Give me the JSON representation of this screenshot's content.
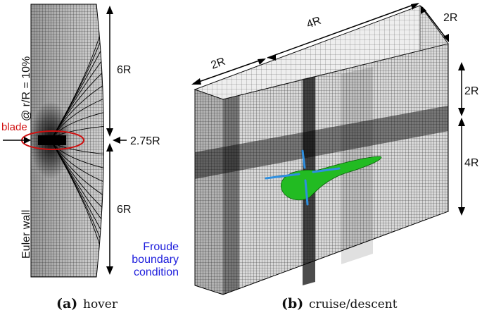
{
  "panel_a": {
    "caption_letter": "(a)",
    "caption_text": "hover",
    "labels": {
      "slice_label": "@ r/R = 10%",
      "blade": "blade",
      "euler_wall": "Euler wall",
      "dim_top": "6R",
      "dim_mid": "2.75R",
      "dim_bottom": "6R",
      "froude_line1": "Froude",
      "froude_line2": "boundary",
      "froude_line3": "condition"
    }
  },
  "panel_b": {
    "caption_letter": "(b)",
    "caption_text": "cruise/descent",
    "labels": {
      "dim_left": "2R",
      "dim_mid": "4R",
      "dim_right": "2R",
      "dim_vert_top": "2R",
      "dim_vert_bottom": "4R"
    }
  },
  "colors": {
    "blade_marker": "#d01010",
    "froude_text": "#1c1cdc",
    "fuselage": "#22bb22",
    "rotor_blades": "#2e8fe0",
    "mesh_line": "#000000"
  }
}
